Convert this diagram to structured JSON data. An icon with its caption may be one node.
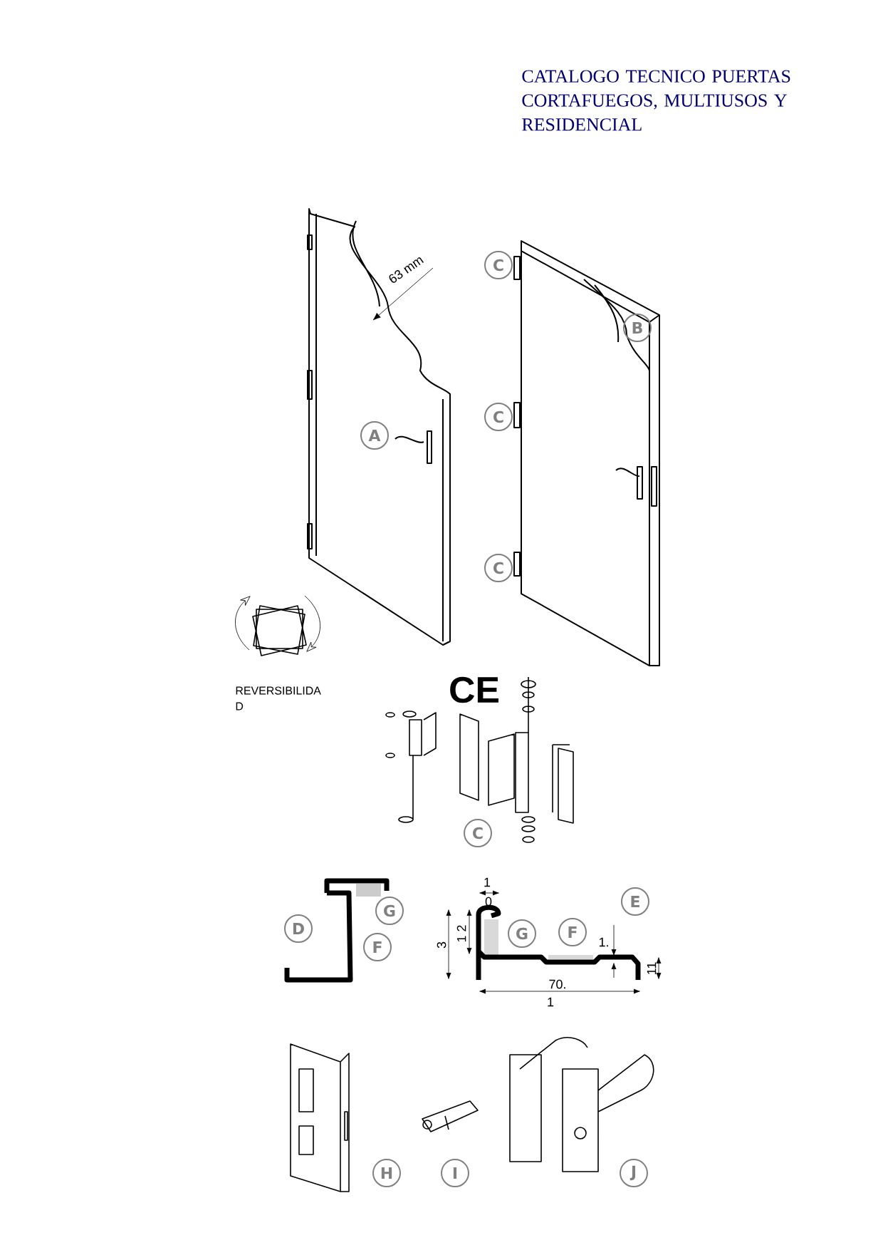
{
  "diagram": {
    "title": "CATALOGO TECNICO PUERTAS CORTAFUEGOS, MULTIUSOS Y RESIDENCIAL",
    "labels": [
      "63 mm",
      "C",
      "B",
      "C",
      "A",
      "C",
      "REVERSIBILIDA D",
      "CE",
      "C",
      "1",
      "0",
      "E",
      "D",
      "G",
      "F",
      "3",
      "1 2",
      "G",
      "F",
      "1.",
      "11",
      "70.",
      "1",
      "H",
      "I",
      "J"
    ]
  }
}
